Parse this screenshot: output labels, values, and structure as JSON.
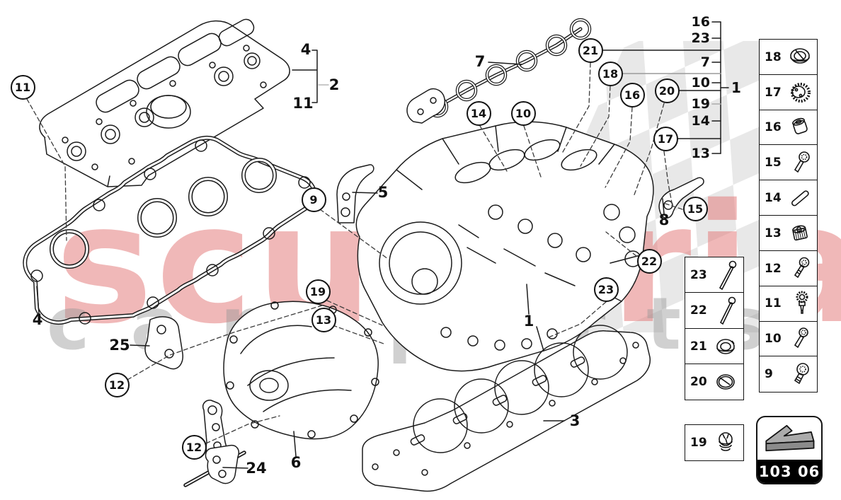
{
  "watermark": {
    "brand": "scuderia",
    "tagline": "car parts"
  },
  "diagram": {
    "circled_callouts": [
      {
        "label": "11"
      },
      {
        "label": "9"
      },
      {
        "label": "19"
      },
      {
        "label": "13"
      },
      {
        "label": "14"
      },
      {
        "label": "10"
      },
      {
        "label": "21"
      },
      {
        "label": "18"
      },
      {
        "label": "16"
      },
      {
        "label": "20"
      },
      {
        "label": "17"
      },
      {
        "label": "15"
      },
      {
        "label": "22"
      },
      {
        "label": "23"
      },
      {
        "label": "12"
      },
      {
        "label": "12"
      }
    ],
    "plain_labels": [
      {
        "text": "4"
      },
      {
        "text": "2"
      },
      {
        "text": "11"
      },
      {
        "text": "7"
      },
      {
        "text": "5"
      },
      {
        "text": "8"
      },
      {
        "text": "25"
      },
      {
        "text": "4"
      },
      {
        "text": "1"
      },
      {
        "text": "3"
      },
      {
        "text": "24"
      },
      {
        "text": "6"
      }
    ],
    "ref_list": {
      "items": [
        {
          "label": "16"
        },
        {
          "label": "23"
        },
        {
          "label": "7"
        },
        {
          "label": "10"
        },
        {
          "label": "19"
        },
        {
          "label": "14"
        },
        {
          "label": "13"
        }
      ],
      "assembly_label": "1"
    }
  },
  "sidebar": {
    "column_a": [
      {
        "ref": "18",
        "icon": "seal-ring"
      },
      {
        "ref": "17",
        "icon": "sealing-cap"
      },
      {
        "ref": "16",
        "icon": "dowel-sleeve"
      },
      {
        "ref": "15",
        "icon": "pan-head-bolt"
      },
      {
        "ref": "14",
        "icon": "dowel-pin"
      },
      {
        "ref": "13",
        "icon": "screw-plug"
      },
      {
        "ref": "12",
        "icon": "socket-head-bolt"
      },
      {
        "ref": "11",
        "icon": "check-valve"
      },
      {
        "ref": "10",
        "icon": "pan-head-bolt"
      },
      {
        "ref": "9",
        "icon": "flanged-screw"
      }
    ],
    "column_b": [
      {
        "ref": "23",
        "icon": "long-bolt"
      },
      {
        "ref": "22",
        "icon": "long-bolt"
      },
      {
        "ref": "21",
        "icon": "shaft-seal"
      },
      {
        "ref": "20",
        "icon": "seal-ring"
      }
    ],
    "single": {
      "ref": "19",
      "icon": "cap-plug"
    }
  },
  "footer": {
    "page_code": "103 06"
  }
}
